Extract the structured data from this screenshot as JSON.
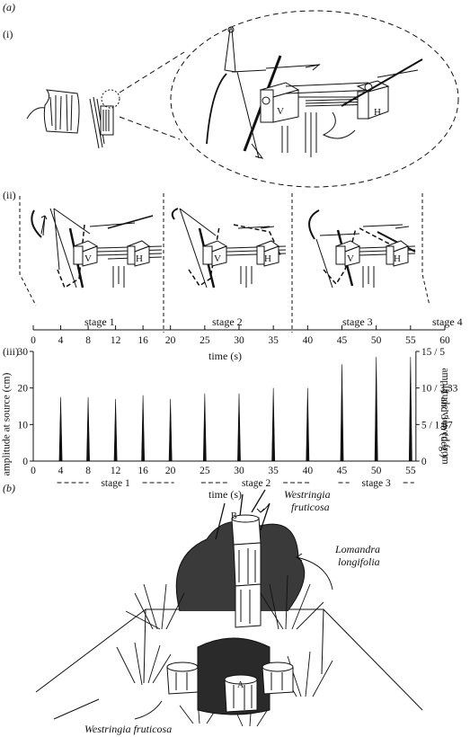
{
  "panel_a": {
    "label": "(a)",
    "row_i": "(i)",
    "row_ii": "(ii)",
    "row_iii": "(iii)",
    "box_v": "V",
    "box_h": "H",
    "stages": [
      "stage 1",
      "stage 2",
      "stage 3",
      "stage 4"
    ],
    "timeline": {
      "ticks": [
        0,
        4,
        8,
        12,
        16,
        20,
        25,
        30,
        35,
        40,
        45,
        50,
        55,
        60
      ],
      "label": "time (s)"
    }
  },
  "chart_data": {
    "type": "line",
    "ylabel_left": "amplitude at source (cm)",
    "ylabel_right_line1": "amplitude viewed from",
    "ylabel_right_line2": "1 and 3 m (deg.)",
    "xlabel": "time (s)",
    "ylim": [
      0,
      30
    ],
    "yticks_left": [
      0,
      10,
      20,
      30
    ],
    "yticks_right": [
      "0",
      "5 / 1.67",
      "10 / 3.33",
      "15 / 5"
    ],
    "x_tick_labels": [
      "0",
      "4",
      "8",
      "12",
      "16",
      "20",
      "25",
      "30",
      "35",
      "40",
      "45",
      "50",
      "55"
    ],
    "x_positions": [
      0,
      4,
      8,
      12,
      16,
      20,
      25,
      30,
      35,
      40,
      45,
      50,
      55
    ],
    "x": [
      4,
      8,
      12,
      16,
      20,
      25,
      30,
      35,
      40,
      45,
      50,
      55
    ],
    "values": [
      17.5,
      17.5,
      17,
      18,
      17,
      18.5,
      18.5,
      20,
      20,
      26.5,
      28.5,
      28.5
    ],
    "stage_labels": [
      "stage 1",
      "stage 2",
      "stage 3"
    ]
  },
  "panel_b": {
    "label": "(b)",
    "species_top": [
      "Westringia",
      "fruticosa"
    ],
    "species_right": [
      "Lomandra",
      "longifolia"
    ],
    "species_bottom": "Westringia fruticosa",
    "marker_a": "A",
    "marker_b": "B"
  }
}
